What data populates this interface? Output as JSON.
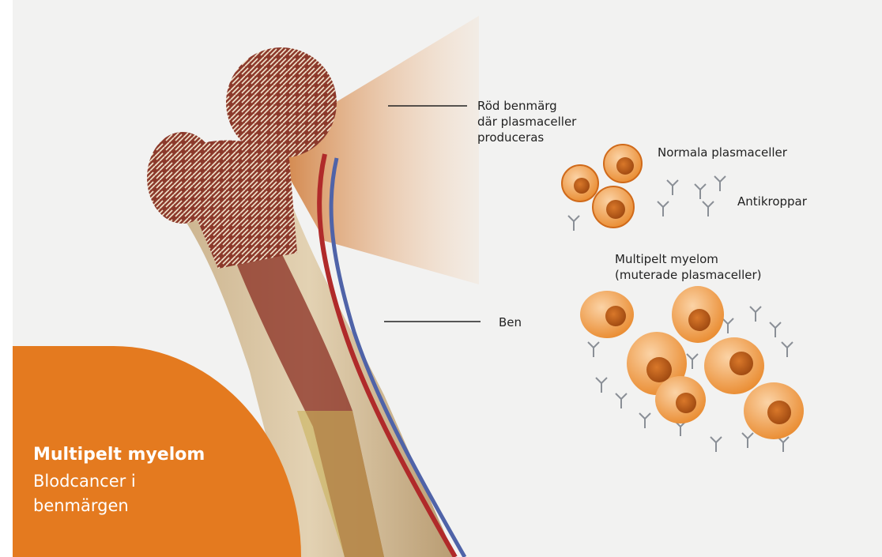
{
  "labels": {
    "marrow": [
      "Röd benmärg",
      "där plasmaceller",
      "produceras"
    ],
    "bone": "Ben",
    "normal_cells": "Normala plasmaceller",
    "antibodies": "Antikroppar",
    "myeloma": [
      "Multipelt myelom",
      "(muterade plasmaceller)"
    ]
  },
  "badge": {
    "title": "Multipelt myelom",
    "subtitle": "Blodcancer i benmärgen"
  },
  "colors": {
    "accent": "#e47a1f",
    "background": "#f2f2f1",
    "bone": "#d9c29a",
    "marrow": "#8a2e22",
    "vein": "#4f63a8",
    "artery": "#b02a2a",
    "cell": "#f0a24c",
    "nucleus": "#c86a1f"
  }
}
